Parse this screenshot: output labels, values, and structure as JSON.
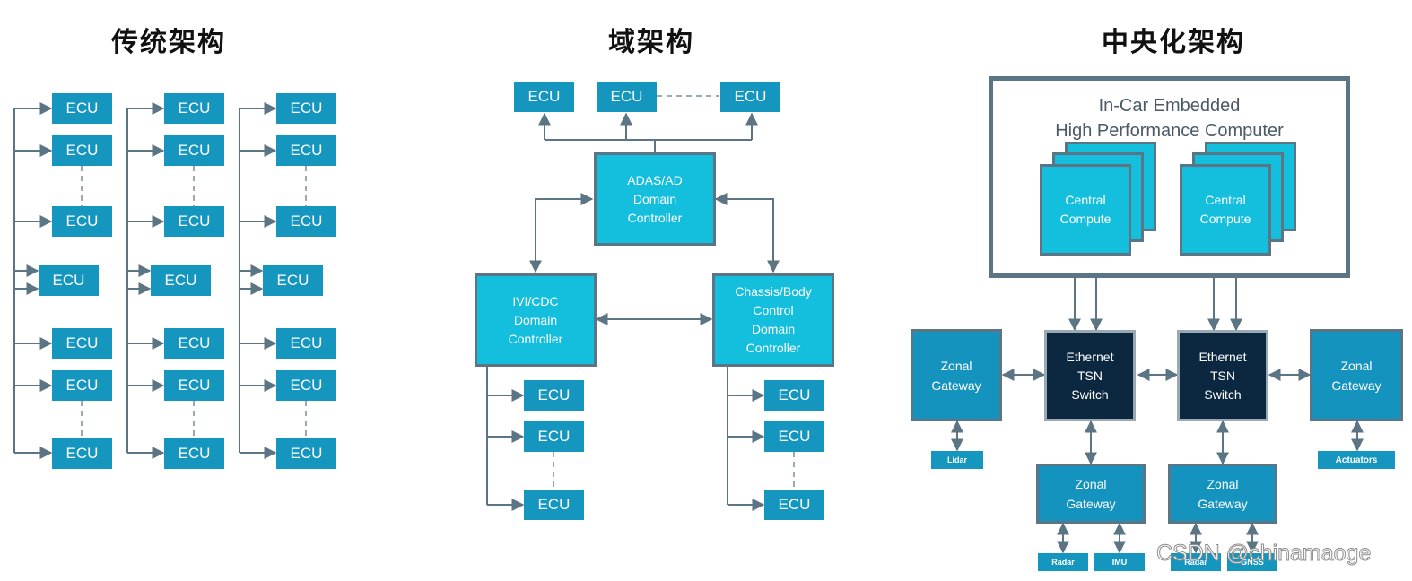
{
  "titles": {
    "traditional": "传统架构",
    "domain": "域架构",
    "central": "中央化架构"
  },
  "ecu_label": "ECU",
  "domain_arch": {
    "adas": "ADAS/AD\nDomain\nController",
    "ivi": "IVI/CDC\nDomain\nController",
    "chassis": "Chassis/Body\nControl\nDomain\nController"
  },
  "central_arch": {
    "hpc_label": "In-Car Embedded\nHigh Performance Computer",
    "central_compute": "Central\nCompute",
    "ethernet_switch": "Ethernet\nTSN\nSwitch",
    "zonal_gateway": "Zonal\nGateway",
    "sensors": {
      "lidar": "Lidar",
      "actuators": "Actuators",
      "radar": "Radar",
      "imu": "IMU",
      "radar2": "Radar",
      "gnss": "GNSS"
    }
  },
  "watermark": "CSDN @chinamaoge",
  "colors": {
    "ecu_blue": "#1596bf",
    "controller_cyan": "#14bedd",
    "switch_navy": "#0b2840",
    "frame_gray": "#5c7585"
  }
}
